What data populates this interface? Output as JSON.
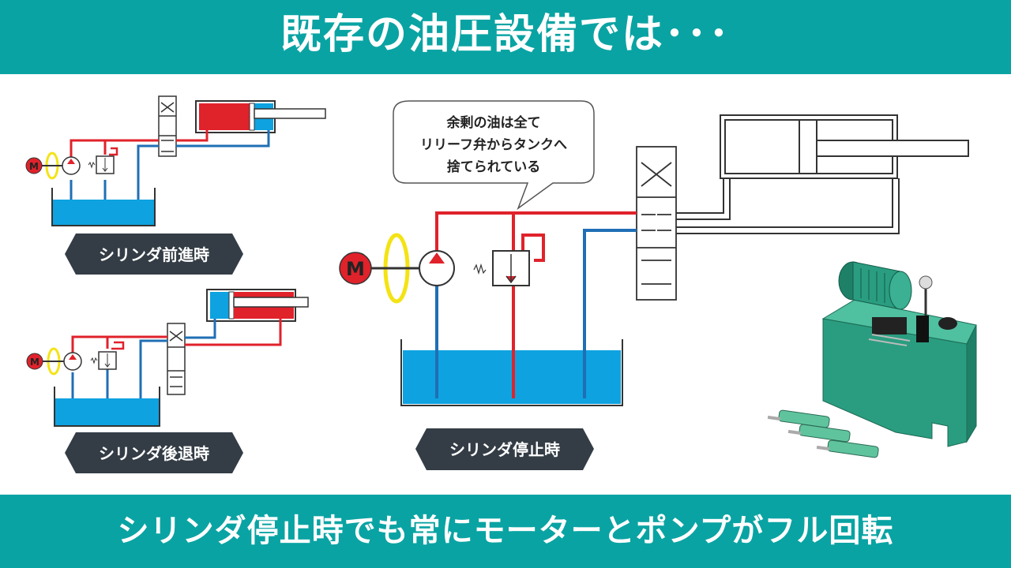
{
  "header": {
    "title": "既存の油圧設備では･･･"
  },
  "footer": {
    "caption": "シリンダ停止時でも常にモーターとポンプがフル回転"
  },
  "callout": {
    "lines": [
      "余剰の油は全て",
      "リリーフ弁からタンクへ",
      "捨てられている"
    ]
  },
  "labels": {
    "forward": "シリンダ前進時",
    "backward": "シリンダ後退時",
    "stop": "シリンダ停止時"
  },
  "motor": {
    "symbol": "M"
  },
  "colors": {
    "teal": "#0aa3a3",
    "pressure_line": "#e0222b",
    "return_line": "#1f6fb5",
    "tank_fluid": "#0ea2e0",
    "rotation_arrow": "#f4e314",
    "label_bg": "#343d46",
    "machine": "#2a9d80"
  }
}
